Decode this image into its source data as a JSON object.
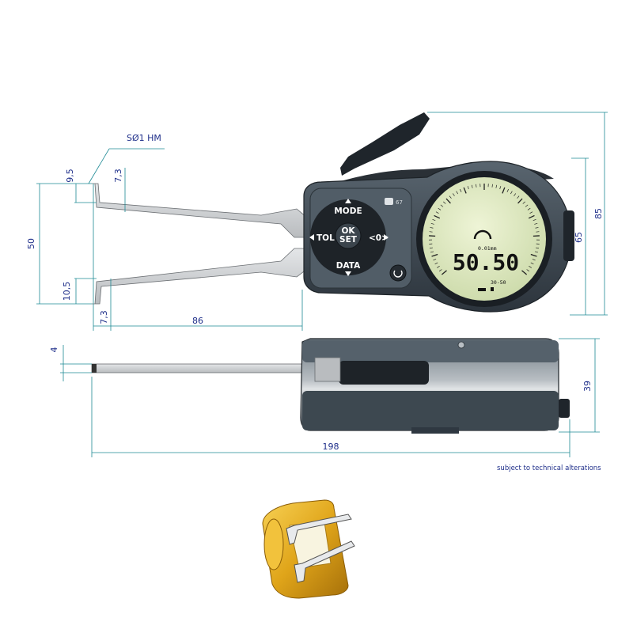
{
  "colors": {
    "dimension_text": "#1f2f8a",
    "dimension_line": "#1e8a95",
    "body_dark": "#2f3841",
    "body_mid": "#4a5660",
    "lcd_background": "#dfe9c4",
    "jaw_steel": "#d6d8da",
    "tip_gold": "#e0a51a"
  },
  "dimensions": {
    "tip": "SØ1 HM",
    "d_9_5": "9,5",
    "d_7_3_top": "7,3",
    "d_50": "50",
    "d_10_5": "10,5",
    "d_7_3_bottom": "7,3",
    "d_86": "86",
    "d_65": "65",
    "d_85": "85",
    "d_4": "4",
    "d_39": "39",
    "d_198": "198"
  },
  "keypad": {
    "mode": "MODE",
    "tol": "TOL",
    "ok": "OK",
    "set": "SET",
    "zero": "<0>",
    "data": "DATA",
    "ip_rating": "67"
  },
  "display": {
    "reading": "50.50",
    "resolution": "0.01mm",
    "range": "30-50"
  },
  "icons": [
    "arrow-up-icon",
    "arrow-down-icon",
    "arrow-left-icon",
    "arrow-right-icon",
    "power-icon",
    "battery-icon",
    "lock-icon",
    "gauge-arc-icon"
  ],
  "note": "subject to technical alterations"
}
